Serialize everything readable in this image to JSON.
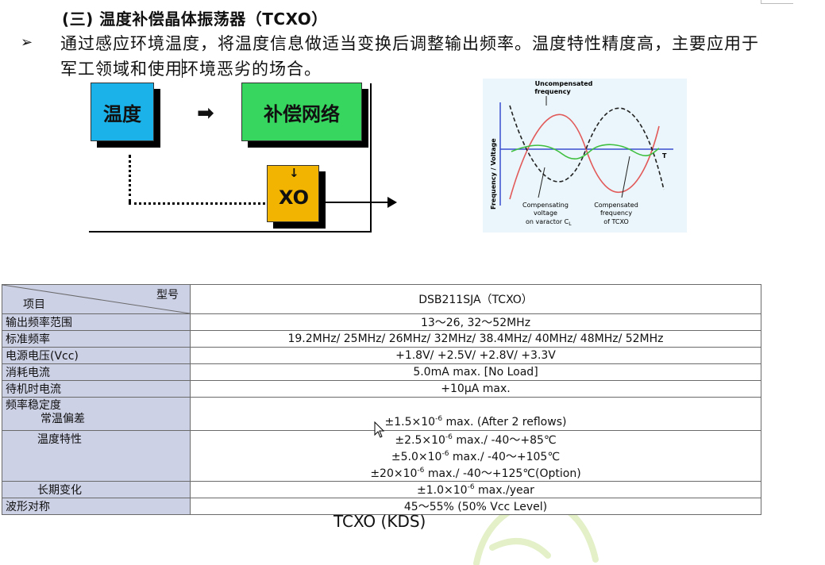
{
  "heading": "(三) 温度补偿晶体振荡器（TCXO）",
  "paragraph": {
    "bullet": "➢",
    "text_before_cursor": "通过感应环境温度，将温度信息做适当变换后调整输出频率。温度特性精度高，主要应用于军工领域和使用",
    "text_after_cursor": "环境恶劣的场合。"
  },
  "block_diagram": {
    "temperature": "温度",
    "compensation_network": "补偿网络",
    "xo": "XO",
    "xo_arrow": "↓",
    "arrow": "➡"
  },
  "curve_figure": {
    "title_line1": "Uncompensated",
    "title_line2": "frequency",
    "y_axis": "Frequency / Voltage",
    "x_axis": "T",
    "label_voltage_1": "Compensating",
    "label_voltage_2": "voltage",
    "label_voltage_3": "on varactor C",
    "label_voltage_sub": "L",
    "label_freq_1": "Compensated",
    "label_freq_2": "frequency",
    "label_freq_3": "of TCXO",
    "colors": {
      "uncompensated": "#e25a5a",
      "compensating": "#222222",
      "compensated": "#3fbf3f",
      "axis": "#3a4fd0"
    }
  },
  "spec_table": {
    "header_model": "型号",
    "header_item": "项目",
    "model": "DSB211SJA（TCXO）",
    "rows": [
      {
        "label": "输出频率范围",
        "value": "13～26, 32～52MHz"
      },
      {
        "label": "标准频率",
        "value": "19.2MHz/ 25MHz/ 26MHz/ 32MHz/ 38.4MHz/ 40MHz/ 48MHz/ 52MHz"
      },
      {
        "label": "电源电压(Vcc)",
        "value": "+1.8V/ +2.5V/ +2.8V/ +3.3V"
      },
      {
        "label": "消耗电流",
        "value": "5.0mA max. [No Load]"
      },
      {
        "label": "待机时电流",
        "value": "+10μA max."
      }
    ],
    "stability_label": "频率稳定度",
    "room_temp_label": "常温偏差",
    "room_temp_value_a": "±1.5×10",
    "room_temp_value_b": " max. (After 2 reflows)",
    "temp_char_label": "温度特性",
    "temp_char_1a": "±2.5×10",
    "temp_char_1b": " max./ -40～+85℃",
    "temp_char_2a": "±5.0×10",
    "temp_char_2b": " max./ -40～+105℃",
    "temp_char_3a": "±20×10",
    "temp_char_3b": " max./ -40～+125℃(Option)",
    "long_term_label": "长期变化",
    "long_term_a": "±1.0×10",
    "long_term_b": " max./year",
    "exponent": "-6",
    "symmetry_label": "波形对称",
    "symmetry_value": "45～55% (50% Vcc Level)"
  },
  "caption": "TCXO (KDS)",
  "theme": {
    "table_label_bg": "#cdd1e6",
    "watermark": "#e3f0c8"
  }
}
